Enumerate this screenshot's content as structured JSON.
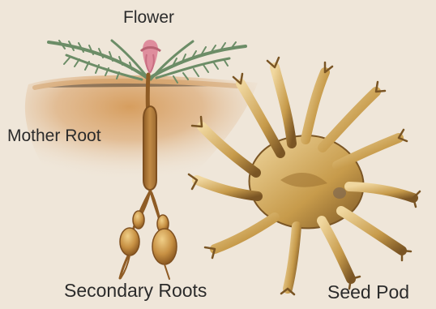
{
  "labels": {
    "flower": "Flower",
    "mother_root": "Mother Root",
    "secondary_roots": "Secondary Roots",
    "seed_pod": "Seed Pod"
  },
  "colors": {
    "background": "#efe6d9",
    "soil": "#d59a58",
    "leaf": "#6c8d67",
    "flower": "#df8d9d",
    "root": "#b98746",
    "seed_pod": "#c79b4b",
    "text": "#2b2b2b"
  }
}
